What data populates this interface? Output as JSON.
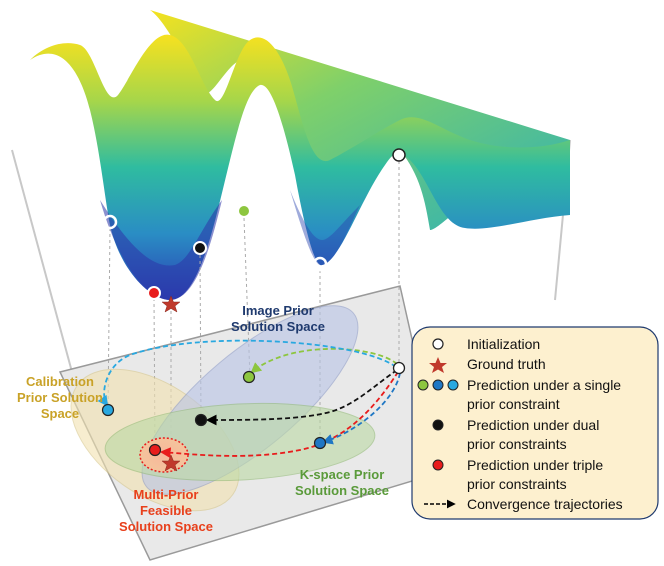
{
  "regions": {
    "image": {
      "line1": "Image Prior",
      "line2": "Solution Space",
      "color": "#1f3a6e"
    },
    "calibration": {
      "line1": "Calibration",
      "line2": "Prior Solution",
      "line3": "Space",
      "color": "#c9a227"
    },
    "kspace": {
      "line1": "K-space Prior",
      "line2": "Solution Space",
      "color": "#5a9a3a"
    },
    "multi": {
      "line1": "Multi-Prior",
      "line2": "Feasible",
      "line3": "Solution Space",
      "color": "#e8401c"
    }
  },
  "legend": {
    "initialization": "Initialization",
    "ground_truth": "Ground truth",
    "single_1": "Prediction under a single",
    "single_2": "prior constraint",
    "dual_1": "Prediction under dual",
    "dual_2": "prior constraints",
    "triple_1": "Prediction under triple",
    "triple_2": "prior constraints",
    "trajectories": "Convergence trajectories"
  },
  "colors": {
    "single_green": "#8dc63f",
    "single_blue": "#1f77c4",
    "single_cyan": "#29a8e0",
    "dual": "#000000",
    "triple": "#e81c1c",
    "star": "#c0392b",
    "legend_bg": "#fdf0cf",
    "legend_border": "#1f3a6e"
  }
}
